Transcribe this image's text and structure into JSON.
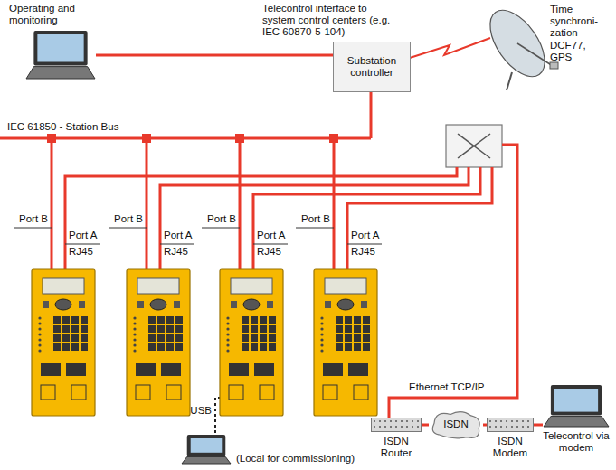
{
  "diagram": {
    "nodes": [
      {
        "text": [
          "Operating and monitoring"
        ]
      },
      {
        "text": [
          "Substation controller"
        ]
      },
      {
        "text": [
          "ISDN Router"
        ]
      },
      {
        "text": [
          "ISDN"
        ]
      },
      {
        "text": [
          "ISDN Modem"
        ]
      },
      {
        "text": [
          "Telecontrol via modem"
        ]
      },
      {
        "text": [
          "(Local for commissioning)"
        ]
      }
    ],
    "edges": [
      {
        "from": 0,
        "to": 1,
        "arrow": "none"
      },
      {
        "from": 2,
        "to": 3,
        "arrow": "none"
      },
      {
        "from": 3,
        "to": 4,
        "arrow": "none"
      },
      {
        "from": 4,
        "to": 5,
        "arrow": "none"
      }
    ],
    "labels": [
      "Telecontrol interface to system control centers (e.g. IEC 60870-5-104)",
      "Time synchroni- zation DCF77, GPS",
      "IEC 61850 - Station Bus",
      "Port B",
      "Port A",
      "RJ45",
      "Port B",
      "Port A",
      "RJ45",
      "Port B",
      "Port A",
      "RJ45",
      "Port B",
      "Port A",
      "RJ45",
      "USB",
      "Ethernet TCP/IP"
    ]
  }
}
